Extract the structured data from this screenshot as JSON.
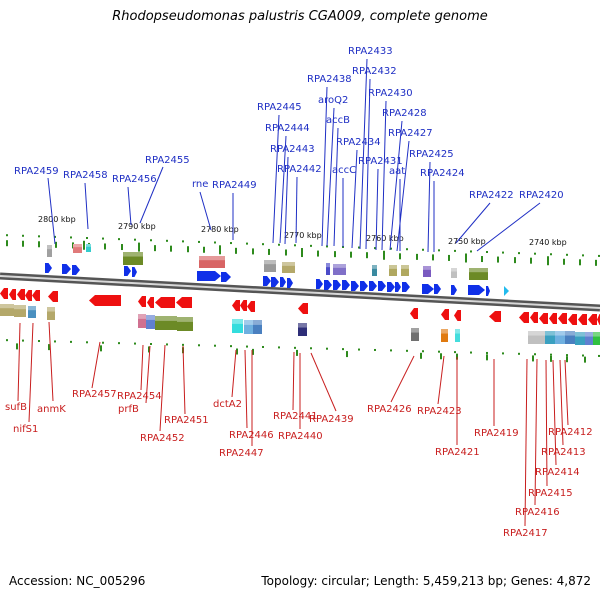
{
  "title": "Rhodopseudomonas palustris CGA009, complete genome",
  "footer": {
    "accession": "Accession: NC_005296",
    "stats": "Topology: circular; Length: 5,459,213 bp; Genes: 4,872"
  },
  "colors": {
    "forward_label": "#1f2fc4",
    "reverse_label": "#c81e1e",
    "forward_arrow": "#1030e8",
    "reverse_arrow": "#ee1010",
    "tick": "#2d8a1c",
    "backbone": "#888888"
  },
  "scale_labels": [
    "2800 kbp",
    "2790 kbp",
    "2780 kbp",
    "2770 kbp",
    "2760 kbp",
    "2750 kbp",
    "2740 kbp"
  ],
  "forward_genes": [
    "RPA2459",
    "RPA2458",
    "RPA2456",
    "RPA2455",
    "rne",
    "RPA2449",
    "RPA2445",
    "RPA2444",
    "RPA2443",
    "RPA2442",
    "RPA2438",
    "aroQ2",
    "accB",
    "RPA2433",
    "RPA2432",
    "RPA2434",
    "accC",
    "RPA2431",
    "RPA2430",
    "RPA2428",
    "RPA2427",
    "aat",
    "RPA2425",
    "RPA2424",
    "RPA2422",
    "RPA2420"
  ],
  "reverse_genes": [
    "sufB",
    "nifS1",
    "anmK",
    "RPA2457",
    "RPA2454",
    "prfB",
    "RPA2452",
    "RPA2451",
    "dctA2",
    "RPA2446",
    "RPA2447",
    "RPA2441",
    "RPA2440",
    "RPA2439",
    "RPA2426",
    "RPA2423",
    "RPA2421",
    "RPA2419",
    "RPA2417",
    "RPA2416",
    "RPA2415",
    "RPA2414",
    "RPA2413",
    "RPA2412"
  ]
}
